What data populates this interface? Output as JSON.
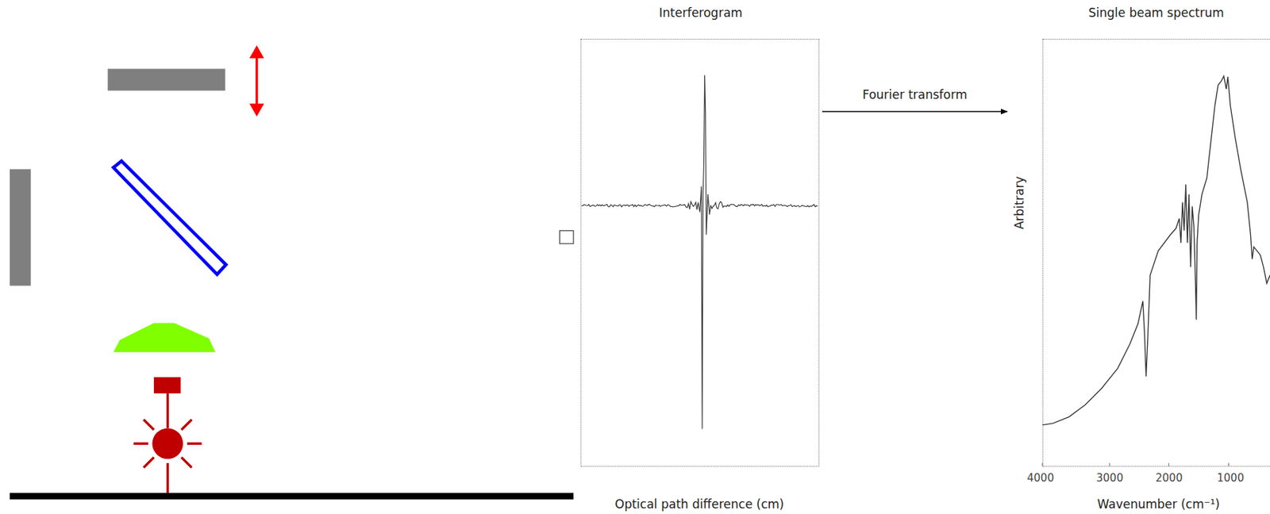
{
  "diagram": {
    "nodes": [
      {
        "text": [
          "Interferogram",
          "Optical path difference (cm)"
        ]
      },
      {
        "text": [
          "Single beam spectrum",
          "Arbitrary",
          "Wavenumber (cm⁻¹)"
        ]
      }
    ],
    "edges": [
      {
        "from": 0,
        "to": 1,
        "label": "Fourier transform",
        "arrow": "to"
      }
    ],
    "labels": [
      "4000",
      "3000",
      "2000",
      "1000"
    ]
  }
}
